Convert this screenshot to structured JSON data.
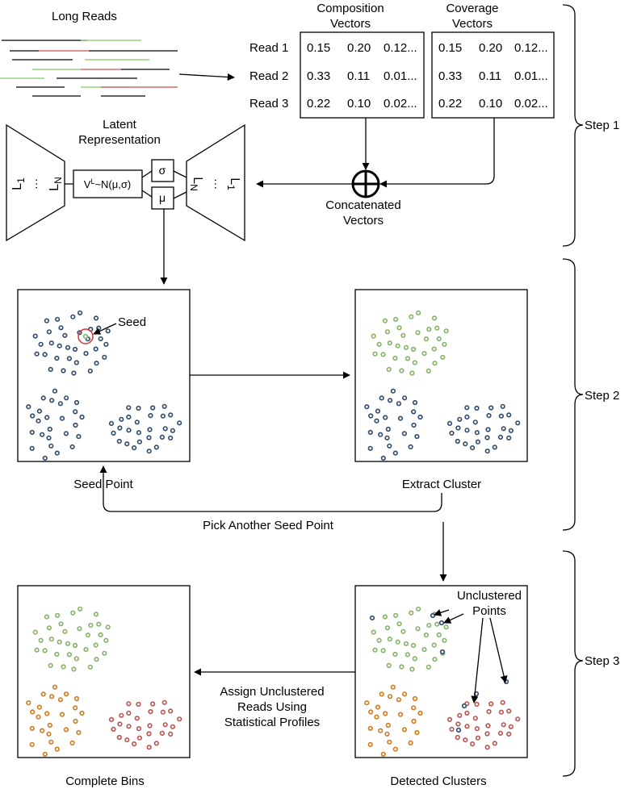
{
  "labels": {
    "long_reads": "Long Reads",
    "composition_vectors": [
      "Composition",
      "Vectors"
    ],
    "coverage_vectors": [
      "Coverage",
      "Vectors"
    ],
    "latent_representation": [
      "Latent",
      "Representation"
    ],
    "concatenated_vectors": [
      "Concatenated",
      "Vectors"
    ],
    "distribution_label": "V",
    "distribution_superscript": "L",
    "distribution_rest": "~N(μ,σ)",
    "sigma": "σ",
    "mu": "μ",
    "encoder_first": "L",
    "encoder_first_sub": "1",
    "encoder_dots": "···",
    "encoder_last": "L",
    "encoder_last_sub": "N",
    "seed": "Seed",
    "seed_point": "Seed Point",
    "extract_cluster": "Extract Cluster",
    "pick_another": "Pick Another Seed Point",
    "unclustered_points": [
      "Unclustered",
      "Points"
    ],
    "assign_unclustered": [
      "Assign Unclustered",
      "Reads Using",
      "Statistical Profiles"
    ],
    "complete_bins": "Complete Bins",
    "detected_clusters": "Detected Clusters",
    "steps": [
      "Step 1",
      "Step 2",
      "Step 3"
    ]
  },
  "read_table": {
    "row_labels": [
      "Read 1",
      "Read 2",
      "Read 3"
    ],
    "composition": [
      [
        "0.15",
        "0.20",
        "0.12..."
      ],
      [
        "0.33",
        "0.11",
        "0.01..."
      ],
      [
        "0.22",
        "0.10",
        "0.02..."
      ]
    ],
    "coverage": [
      [
        "0.15",
        "0.20",
        "0.12..."
      ],
      [
        "0.33",
        "0.11",
        "0.01..."
      ],
      [
        "0.22",
        "0.10",
        "0.02..."
      ]
    ]
  },
  "colors": {
    "read_black": "#000000",
    "read_green": "#82c966",
    "read_red": "#cc4d4d",
    "point_blue": "#2e4a6b",
    "point_green": "#82b366",
    "point_orange": "#d07a1c",
    "point_red": "#b85450",
    "seed_ring": "#e03030"
  }
}
